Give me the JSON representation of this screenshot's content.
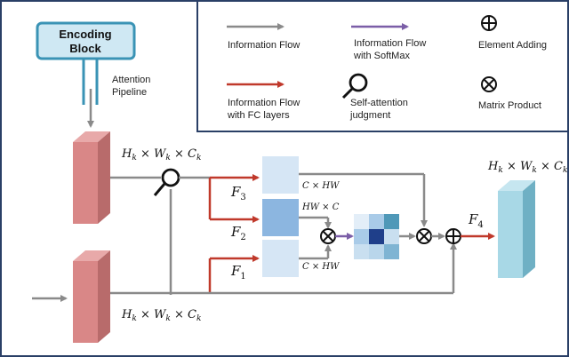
{
  "encoding_block": {
    "line1": "Encoding",
    "line2": "Block"
  },
  "attention_pipeline": {
    "line1": "Attention",
    "line2": "Pipeline"
  },
  "legend": {
    "info_flow": "Information Flow",
    "info_flow_softmax_1": "Information Flow",
    "info_flow_softmax_2": "with SoftMax",
    "element_adding": "Element Adding",
    "info_flow_fc_1": "Information Flow",
    "info_flow_fc_2": "with FC layers",
    "self_attention_1": "Self-attention",
    "self_attention_2": "judgment",
    "matrix_product": "Matrix Product"
  },
  "dims": {
    "top_left": {
      "H": "H",
      "k": "k",
      "W": "W",
      "C": "C"
    },
    "bottom_left": {
      "H": "H",
      "k": "k",
      "W": "W",
      "C": "C"
    },
    "right": {
      "H": "H",
      "k": "k",
      "W": "W",
      "C": "C"
    }
  },
  "labels": {
    "F3": "F",
    "F3_sub": "3",
    "F2": "F",
    "F2_sub": "2",
    "F1": "F",
    "F1_sub": "1",
    "F4": "F",
    "F4_sub": "4",
    "c_hw_top": "C × HW",
    "hw_c": "HW × C",
    "c_hw_bottom": "C × HW"
  },
  "colors": {
    "gray_arrow": "#8a8a8a",
    "red_arrow": "#c0392b",
    "purple_arrow": "#7b5ea7",
    "legend_border": "#2a3f66",
    "encoding_fill": "#cfe8f3",
    "encoding_border": "#3a93b5",
    "pink_block": "#d98787",
    "cyan_block": "#a8d8e6"
  }
}
